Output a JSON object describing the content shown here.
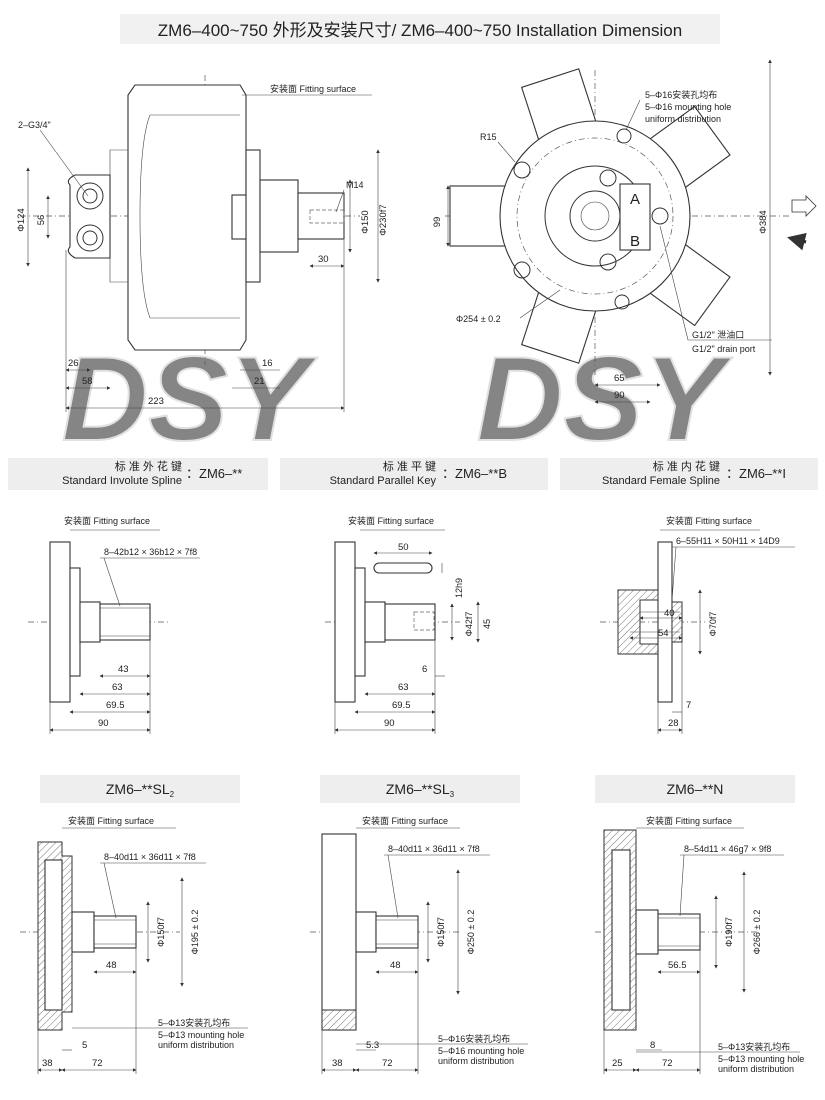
{
  "title": "ZM6–400~750 外形及安装尺寸/ ZM6–400~750 Installation Dimension",
  "main": {
    "fitting_surface": "安装面 Fitting surface",
    "port_thread": "2–G3/4\"",
    "shaft_thread": "M14",
    "radius": "R15",
    "mounting_cn": "5–Φ16安装孔均布",
    "mounting_en1": "5–Φ16 mounting hole",
    "mounting_en2": "uniform distribution",
    "drain_cn": "G1/2\" 泄油口",
    "drain_en": "G1/2\" drain port",
    "port_a": "A",
    "port_b": "B",
    "dims": {
      "d124": "Φ124",
      "d56": "56",
      "d150": "Φ150",
      "d230": "Φ230f7",
      "d30": "30",
      "d26": "26",
      "d58": "58",
      "d223": "223",
      "d16": "16",
      "d21": "21",
      "d99": "99",
      "d254": "Φ254 ± 0.2",
      "d384": "Φ384",
      "d65": "65",
      "d90": "90"
    }
  },
  "watermark": "DSY",
  "section_headers": [
    {
      "cn": "标 准 外 花 键",
      "en": "Standard Involute Spline",
      "code": "：ZM6–**"
    },
    {
      "cn": "标 准 平 键",
      "en": "Standard Parallel Key",
      "code": "：ZM6–**B"
    },
    {
      "cn": "标 准 内 花 键",
      "en": "Standard Female Spline",
      "code": "：ZM6–**I"
    }
  ],
  "spline": {
    "fitting": "安装面 Fitting surface",
    "spec": "8–42b12 × 36b12 × 7f8",
    "dims": [
      "43",
      "63",
      "69.5",
      "90"
    ]
  },
  "key": {
    "fitting": "安装面 Fitting surface",
    "dims": {
      "d50": "50",
      "d12h9": "12h9",
      "d42": "Φ42f7",
      "d45": "45",
      "d6": "6",
      "d63": "63",
      "d69": "69.5",
      "d90": "90"
    }
  },
  "female": {
    "fitting": "安装面 Fitting surface",
    "spec": "6–55H11 × 50H11 × 14D9",
    "dims": {
      "d40": "40",
      "d54": "54",
      "d70": "Φ70f7",
      "d7": "7",
      "d28": "28"
    }
  },
  "bottom_titles": {
    "sl2_base": "ZM6–**SL",
    "sl2_sub": "2",
    "sl3_base": "ZM6–**SL",
    "sl3_sub": "3",
    "n": "ZM6–**N"
  },
  "sl2": {
    "fitting": "安装面 Fitting surface",
    "spec": "8–40d11 × 36d11 × 7f8",
    "mount_cn": "5–Φ13安装孔均布",
    "mount_en1": "5–Φ13 mounting hole",
    "mount_en2": "uniform distribution",
    "dims": {
      "d48": "48",
      "d150": "Φ150f7",
      "d195": "Φ195 ± 0.2",
      "d5": "5",
      "d38": "38",
      "d72": "72"
    }
  },
  "sl3": {
    "fitting": "安装面 Fitting surface",
    "spec": "8–40d11 × 36d11 × 7f8",
    "mount_cn": "5–Φ16安装孔均布",
    "mount_en1": "5–Φ16 mounting hole",
    "mount_en2": "uniform distribution",
    "dims": {
      "d48": "48",
      "d150": "Φ150f7",
      "d250": "Φ250 ± 0.2",
      "d53": "5.3",
      "d38": "38",
      "d72": "72"
    }
  },
  "n": {
    "fitting": "安装面 Fitting surface",
    "spec": "8–54d11 × 46g7 × 9f8",
    "mount_cn": "5–Φ13安装孔均布",
    "mount_en1": "5–Φ13 mounting hole",
    "mount_en2": "uniform distribution",
    "dims": {
      "d565": "56.5",
      "d190": "Φ190f7",
      "d266": "Φ266 ± 0.2",
      "d8": "8",
      "d25": "25",
      "d72": "72"
    }
  }
}
